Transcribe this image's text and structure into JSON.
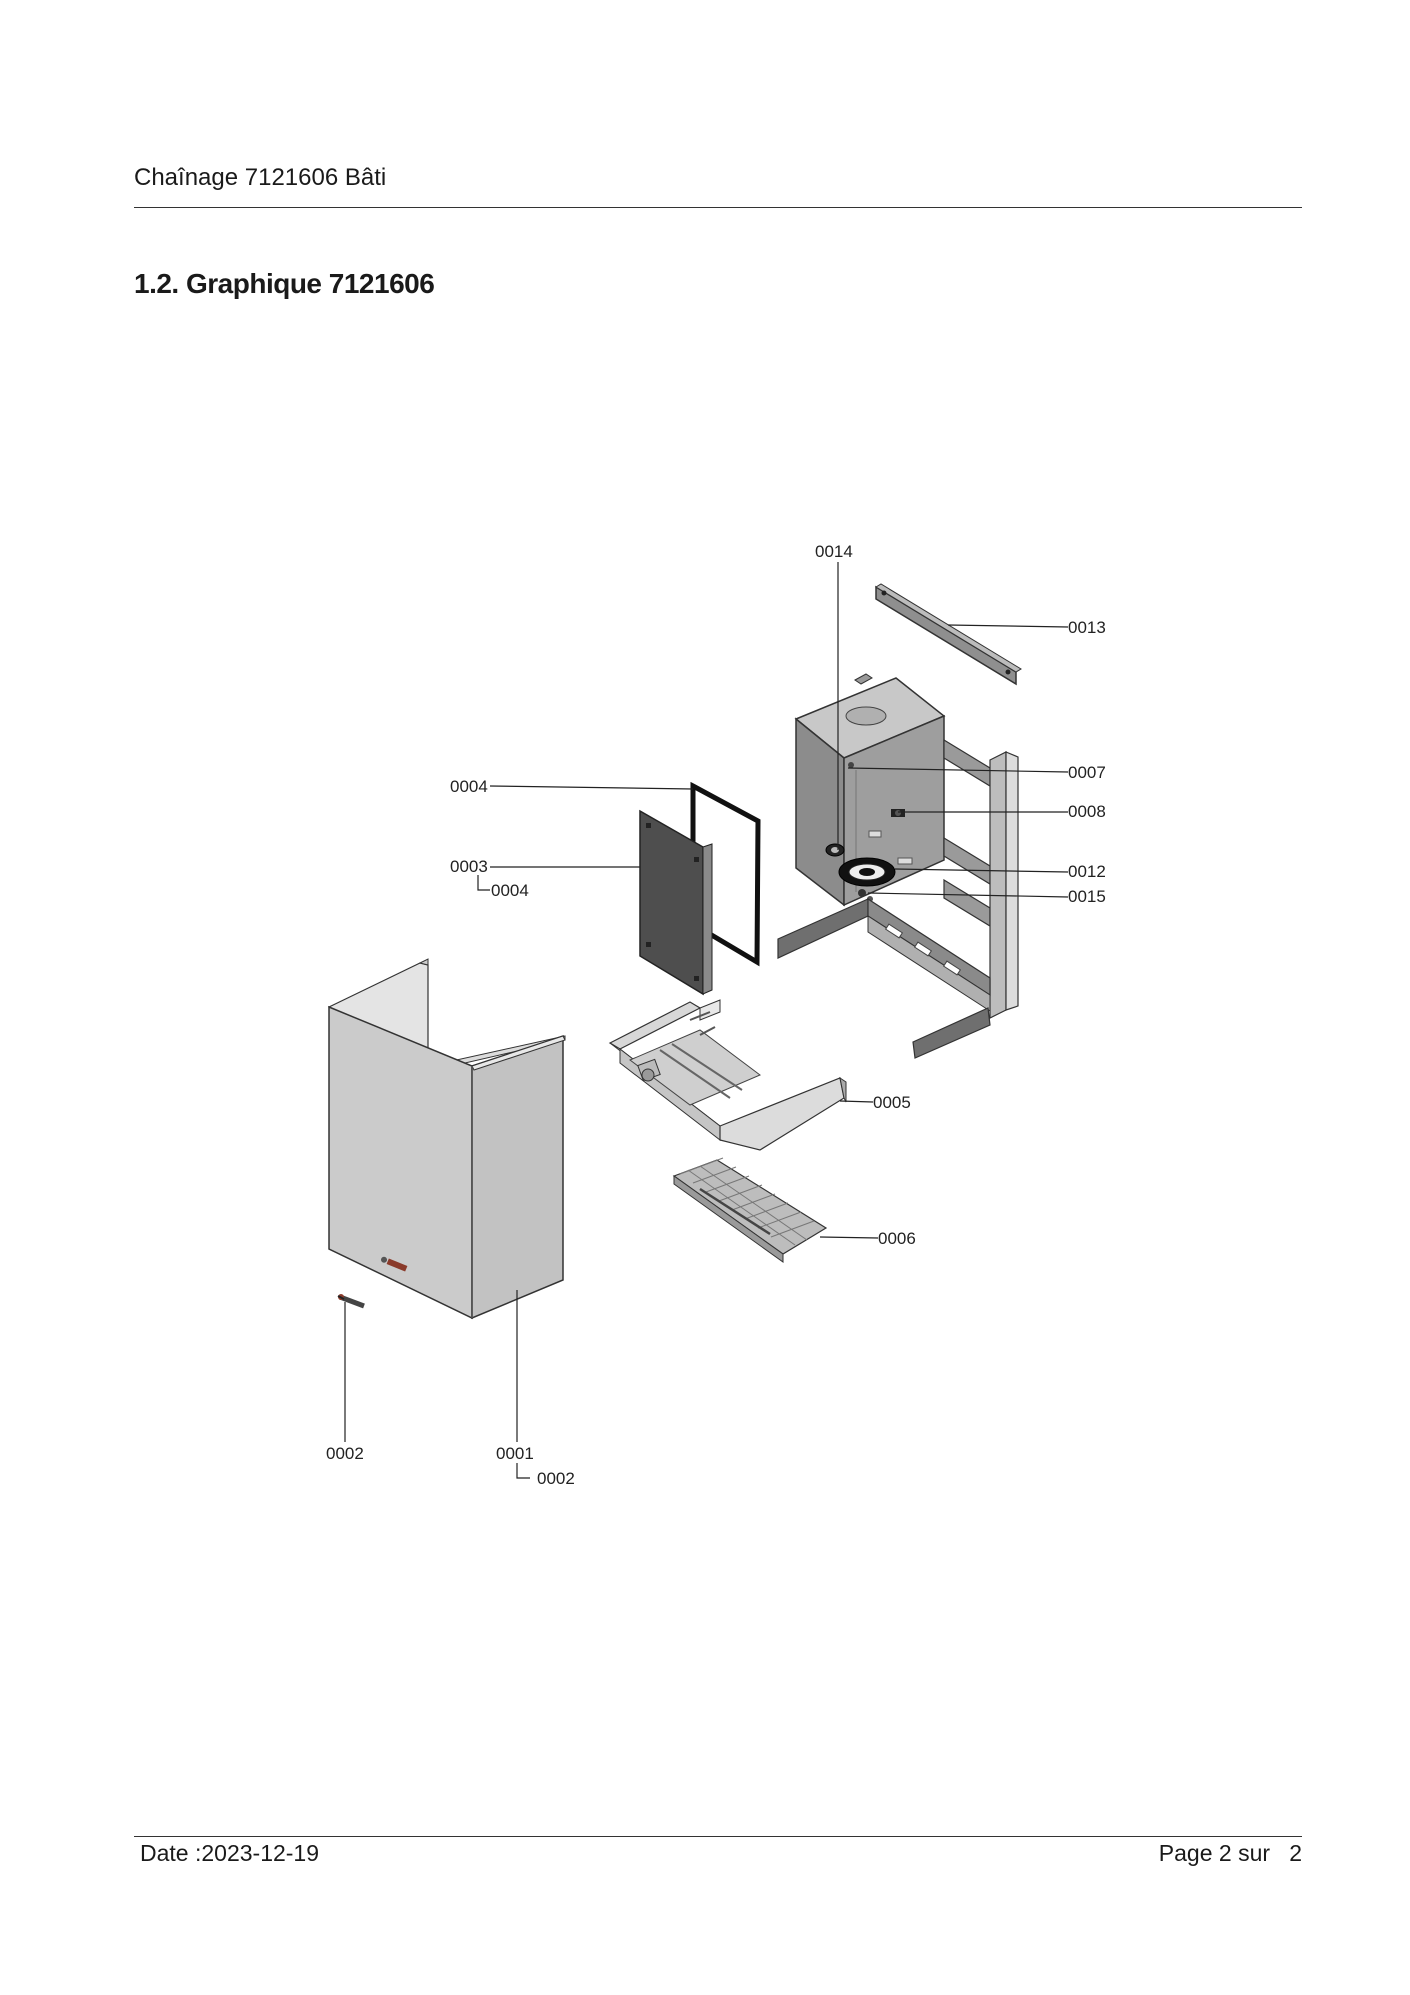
{
  "header": {
    "title": "Chaînage 7121606 Bâti"
  },
  "section": {
    "title": "1.2. Graphique 7121606"
  },
  "callouts": {
    "c0014": "0014",
    "c0013": "0013",
    "c0007": "0007",
    "c0008": "0008",
    "c0012": "0012",
    "c0015": "0015",
    "c0004": "0004",
    "c0003": "0003",
    "c0003_sub": "0004",
    "c0005": "0005",
    "c0006": "0006",
    "c0002": "0002",
    "c0001": "0001",
    "c0001_sub": "0002"
  },
  "footer": {
    "date": "Date :2023-12-19",
    "page": "Page 2 sur   2"
  }
}
